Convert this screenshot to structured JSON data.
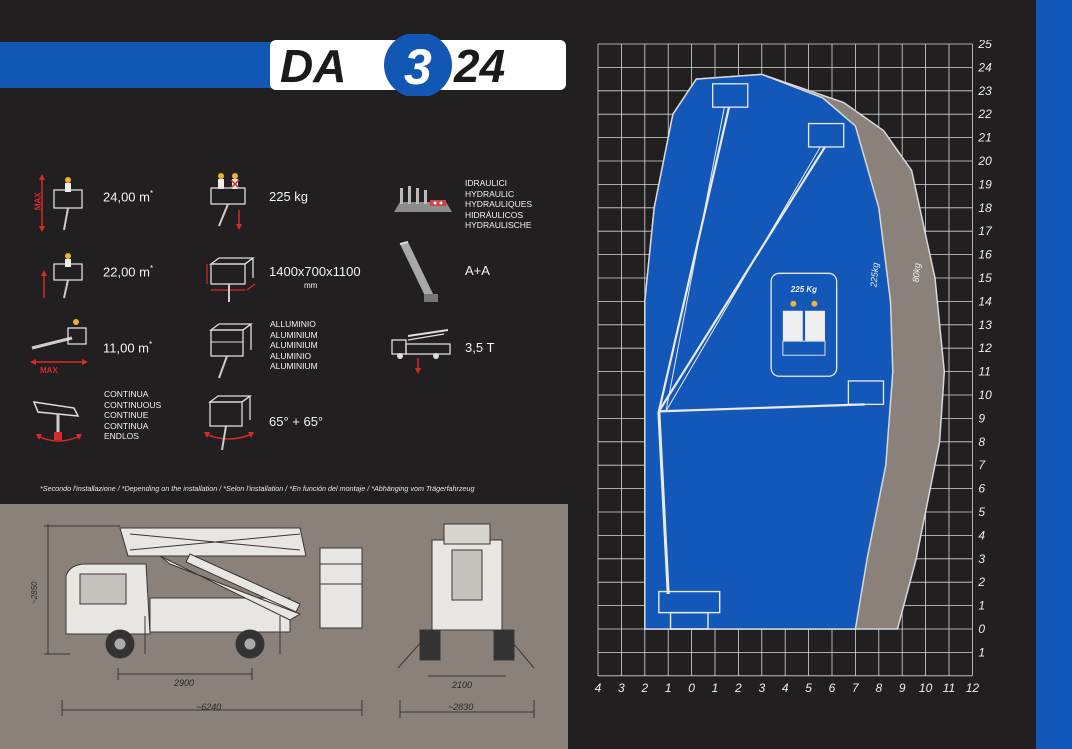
{
  "header": {
    "model_prefix": "DA",
    "model_number": "3",
    "model_suffix": "24"
  },
  "specs": {
    "working_height": {
      "label": "MAX",
      "value": "24,00 m",
      "note": "*"
    },
    "platform_height": {
      "value": "22,00 m",
      "note": "*"
    },
    "outreach": {
      "label": "MAX",
      "value": "11,00 m",
      "note": "*"
    },
    "rotation": {
      "lines": [
        "CONTINUA",
        "CONTINUOUS",
        "CONTINUE",
        "CONTINUA",
        "ENDLOS"
      ]
    },
    "capacity": {
      "value": "225 kg"
    },
    "platform_size": {
      "value": "1400x700x1100",
      "unit": "mm"
    },
    "platform_material": {
      "lines": [
        "ALLUMINIO",
        "ALUMINIUM",
        "ALUMINIUM",
        "ALUMINIO",
        "ALUMINIUM"
      ]
    },
    "basket_rotation": {
      "value": "65° + 65°"
    },
    "controls": {
      "lines": [
        "IDRAULICI",
        "HYDRAULIC",
        "HYDRAULIQUES",
        "HIDRÁULICOS",
        "HYDRAULISCHE"
      ]
    },
    "insulation": {
      "value": "A+A"
    },
    "vehicle_weight": {
      "value": "3,5 T"
    }
  },
  "footnote": "*Secondo l'installazione / *Depending on the installation / *Selon l'installation / *En función del montaje / *Abhänging vom Trägerfahrzeug",
  "drawing": {
    "height_dim": "~2850",
    "wheelbase_dim": "2900",
    "length_dim": "~6240",
    "width_dim": "2100",
    "overall_width_dim": "~2830"
  },
  "chart_data": {
    "type": "diagram",
    "y_ticks": [
      "0",
      "1",
      "2",
      "3",
      "4",
      "5",
      "6",
      "7",
      "8",
      "9",
      "10",
      "11",
      "12",
      "13",
      "14",
      "15",
      "16",
      "17",
      "18",
      "19",
      "20",
      "21",
      "22",
      "23",
      "24",
      "25"
    ],
    "y_bottom_tick": "1",
    "x_ticks": [
      "4",
      "3",
      "2",
      "1",
      "0",
      "1",
      "2",
      "3",
      "4",
      "5",
      "6",
      "7",
      "8",
      "9",
      "10",
      "11",
      "12"
    ],
    "xlim": [
      -4,
      12
    ],
    "ylim": [
      -2,
      25
    ],
    "envelopes": [
      {
        "name": "225kg",
        "label": "225kg",
        "color": "#1358b8"
      },
      {
        "name": "80kg",
        "label": "80kg",
        "color": "#8a817a"
      }
    ],
    "platform_badge": "225 Kg",
    "colors": {
      "grid": "#d8d8d8",
      "envelope_225": "#1358b8",
      "envelope_80": "#8a817a"
    }
  }
}
